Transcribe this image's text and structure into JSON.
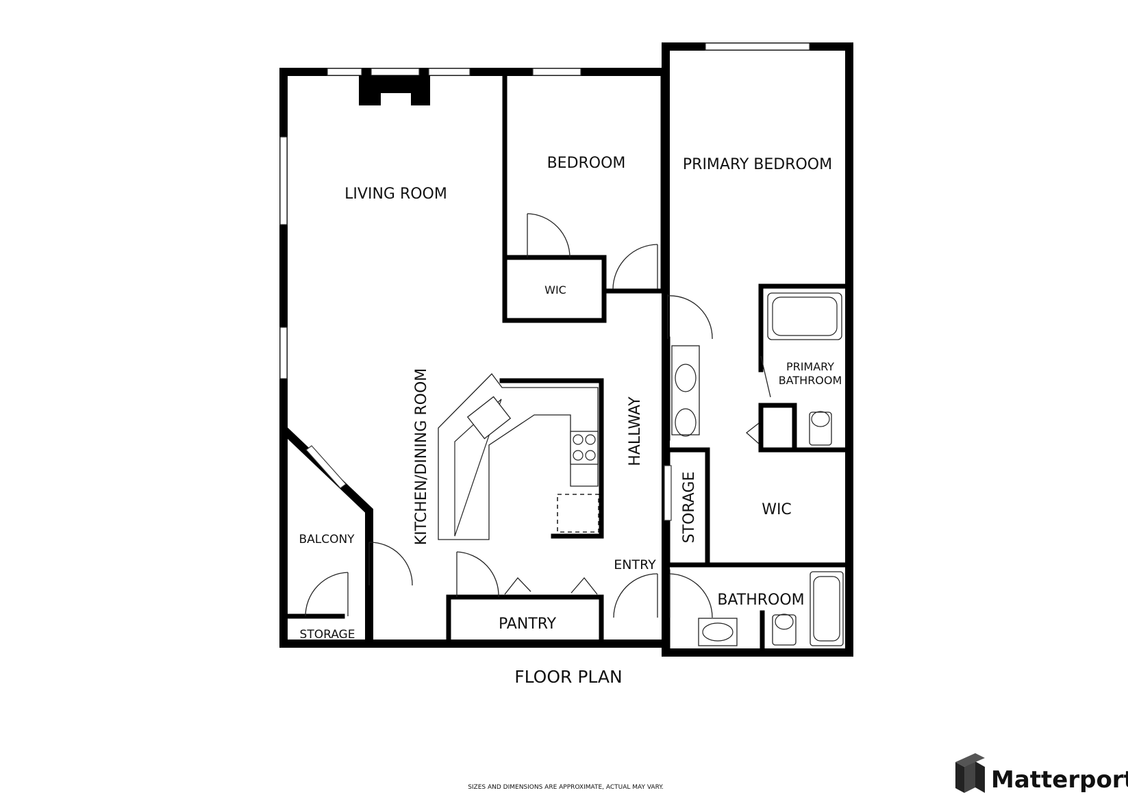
{
  "plan": {
    "title": "FLOOR PLAN",
    "disclaimer": "SIZES AND DIMENSIONS ARE APPROXIMATE, ACTUAL MAY VARY.",
    "brand": "Matterport",
    "rooms": {
      "living_room": "LIVING ROOM",
      "bedroom": "BEDROOM",
      "primary_bedroom": "PRIMARY BEDROOM",
      "wic_bedroom": "WIC",
      "primary_bathroom_line1": "PRIMARY",
      "primary_bathroom_line2": "BATHROOM",
      "kitchen_dining": "KITCHEN/DINING ROOM",
      "hallway": "HALLWAY",
      "storage_hall": "STORAGE",
      "wic_primary": "WIC",
      "balcony": "BALCONY",
      "entry": "ENTRY",
      "bathroom": "BATHROOM",
      "pantry": "PANTRY",
      "storage_balcony": "STORAGE"
    }
  }
}
